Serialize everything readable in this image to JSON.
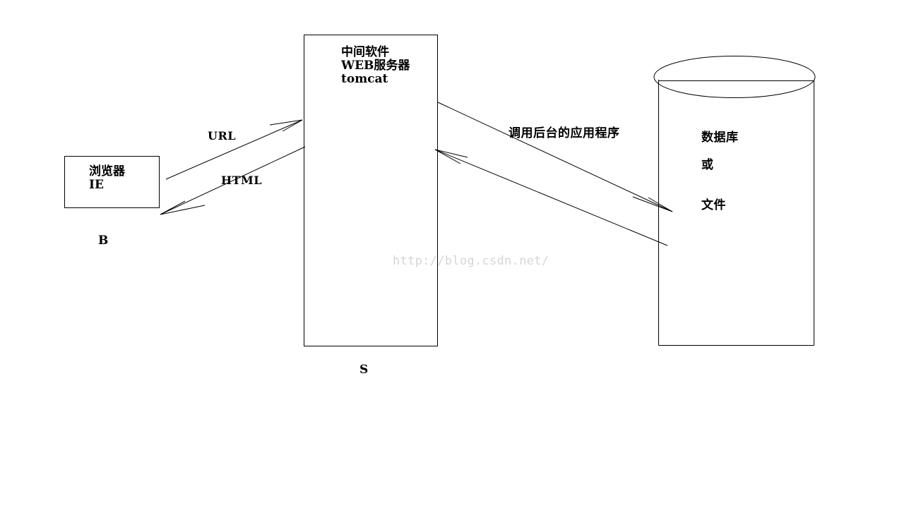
{
  "browser": {
    "line1": "浏览器",
    "line2": "IE",
    "tier": "B"
  },
  "server": {
    "line1": "中间软件",
    "line2": "WEB服务器",
    "line3": "tomcat",
    "tier": "S"
  },
  "storage": {
    "line1": "数据库",
    "line2": "或",
    "line3": "文件"
  },
  "arrows": {
    "request": "URL",
    "response": "HTML",
    "backend_call": "调用后台的应用程序"
  },
  "watermark": "http://blog.csdn.net/"
}
